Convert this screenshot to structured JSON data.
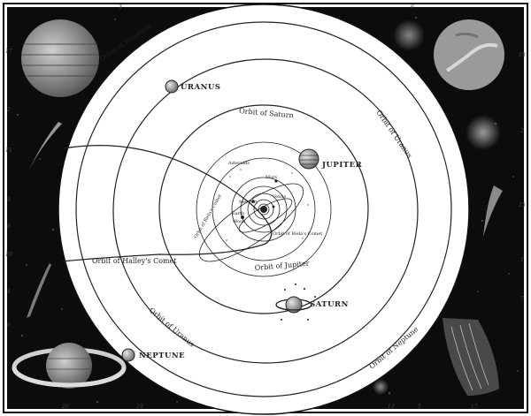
{
  "planets": {
    "uranus": "URANUS",
    "jupiter": "JUPITER",
    "saturn": "SATURN",
    "neptune": "NEPTUNE"
  },
  "orbit_labels": {
    "neptune_top": "Orbit of Neptune",
    "neptune_bottom": "Orbit of Neptune",
    "uranus_right": "Orbit of Uranus",
    "uranus_bottom": "Orbit of Uranus",
    "saturn": "Orbit of Saturn",
    "jupiter": "Orbit of Jupiter",
    "halley": "Orbit of Halley's Comet",
    "biela_left": "Orbit of Biela's Comet",
    "biela_right": "Orbit of Biela's Comet"
  },
  "inner_labels": {
    "asteroids": "Asteroids",
    "mars": "Mars",
    "venus": "Venus",
    "mercury": "Mercury",
    "earth": "Earth",
    "moon": "Moon"
  },
  "margin_numbers": {
    "top_1": "3",
    "top_2": "6",
    "left_1": "17",
    "left_2": "2",
    "left_3": "11",
    "left_4": "9",
    "left_5": "8",
    "left_6": "10",
    "left_7": "4",
    "left_8": "6",
    "right_1": "18",
    "right_2": "2",
    "right_3": "15",
    "right_4": "1",
    "right_5": "7",
    "bottom_1": "20",
    "bottom_2": "19",
    "bottom_3": "13",
    "bottom_4": "5",
    "bottom_5": "17"
  }
}
